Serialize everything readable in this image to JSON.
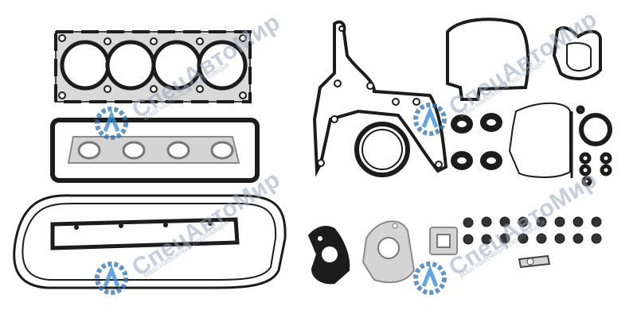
{
  "image": {
    "subject": "engine-gasket-kit",
    "background": "#ffffff"
  },
  "watermark": {
    "brand": "СпецАвтоМир",
    "tagline": "Ваш надежный поставщик",
    "logo_colors": {
      "gear": "#2d6fb3",
      "mark": "#3a8fd9",
      "text": "#9aa8b8"
    }
  },
  "colors": {
    "gasket": "#1c1c1c",
    "metal": "#d7d7d7",
    "metal_edge": "#8a8a8a"
  }
}
